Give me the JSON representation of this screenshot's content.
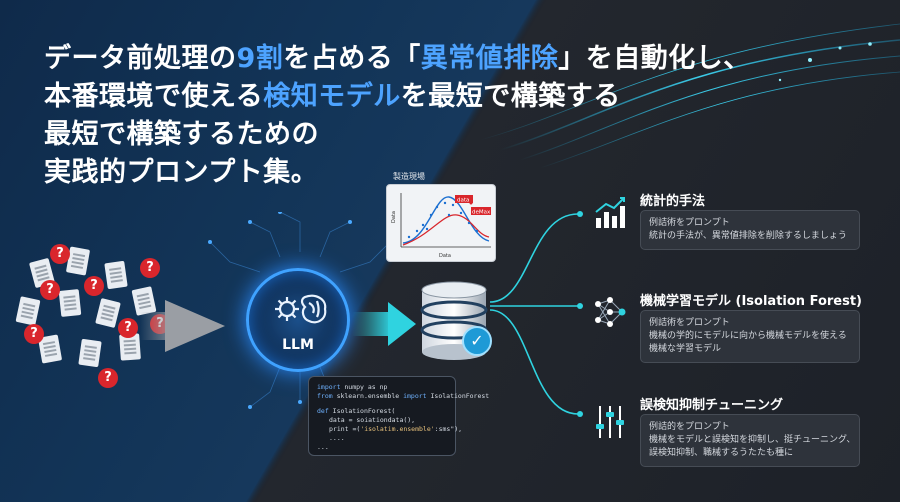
{
  "headline": {
    "line1_a": "データ前処理の",
    "line1_hl1": "9割",
    "line1_b": "を占める「",
    "line1_hl2": "異常値排除",
    "line1_c": "」を自動化し、",
    "line2_a": "本番環境で使える",
    "line2_hl": "検知モデル",
    "line2_b": "を最短で構築する",
    "line3": "最短で構築するための",
    "line4": "実践的プロンプト集。"
  },
  "llm": {
    "label": "LLM"
  },
  "chart_card": {
    "title": "製造現場",
    "ylabel": "Data",
    "xlabel": "Data",
    "tag1": "data",
    "tag2": "deMax"
  },
  "code": {
    "l1_kw": "import",
    "l1_rest": " numpy as np",
    "l2_kw": "from",
    "l2_mid": " sklearn.ensemble ",
    "l2_kw2": "import",
    "l2_rest": " IsolationForest",
    "l3_kw": "def",
    "l3_rest": " IsolationForest(",
    "l4": "data = soiationdata(),",
    "l5_a": "print =(",
    "l5_str": "'isolatim.ensemble'",
    "l5_b": ":sms\"),",
    "l6": "....",
    "l7": "..."
  },
  "items": [
    {
      "title": "統計的手法",
      "lines": [
        "例詰術をプロンプト",
        "統計の手法が、異常値排除を削除するしましょう"
      ],
      "icon": "bar-chart-icon"
    },
    {
      "title": "機械学習モデル (Isolation Forest)",
      "lines": [
        "例詰術をプロンプト",
        "機械の学的にモデルに向から機械モデルを使える",
        "機械な学習モデル"
      ],
      "icon": "neural-network-icon"
    },
    {
      "title": "誤検知抑制チューニング",
      "lines": [
        "例詰的をプロンプト",
        "機械をモデルと誤検知を抑制し、挺チューニング、",
        "誤検知抑制、職械するうたたも種に"
      ],
      "icon": "sliders-icon"
    }
  ],
  "colors": {
    "highlight": "#4da3ff",
    "accent_cyan": "#2fd3e0",
    "alert_red": "#d9262c"
  }
}
